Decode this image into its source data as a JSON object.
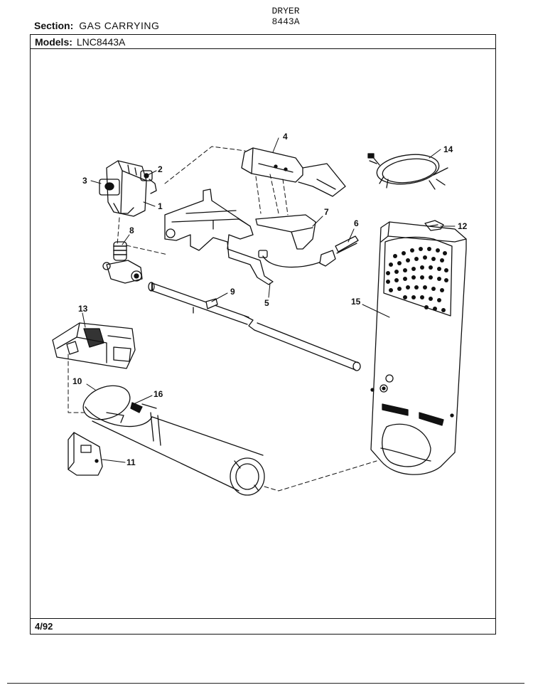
{
  "header": {
    "appliance": "DRYER",
    "model_code": "8443A",
    "section_label": "Section:",
    "section_value": "GAS CARRYING",
    "models_label": "Models:",
    "models_value": "LNC8443A"
  },
  "footer": {
    "date": "4/92"
  },
  "callouts": {
    "c1": "1",
    "c2": "2",
    "c3": "3",
    "c4": "4",
    "c5": "5",
    "c6": "6",
    "c7": "7",
    "c8": "8",
    "c9": "9",
    "c10": "10",
    "c11": "11",
    "c12": "12",
    "c13": "13",
    "c14": "14",
    "c15": "15",
    "c16": "16"
  }
}
